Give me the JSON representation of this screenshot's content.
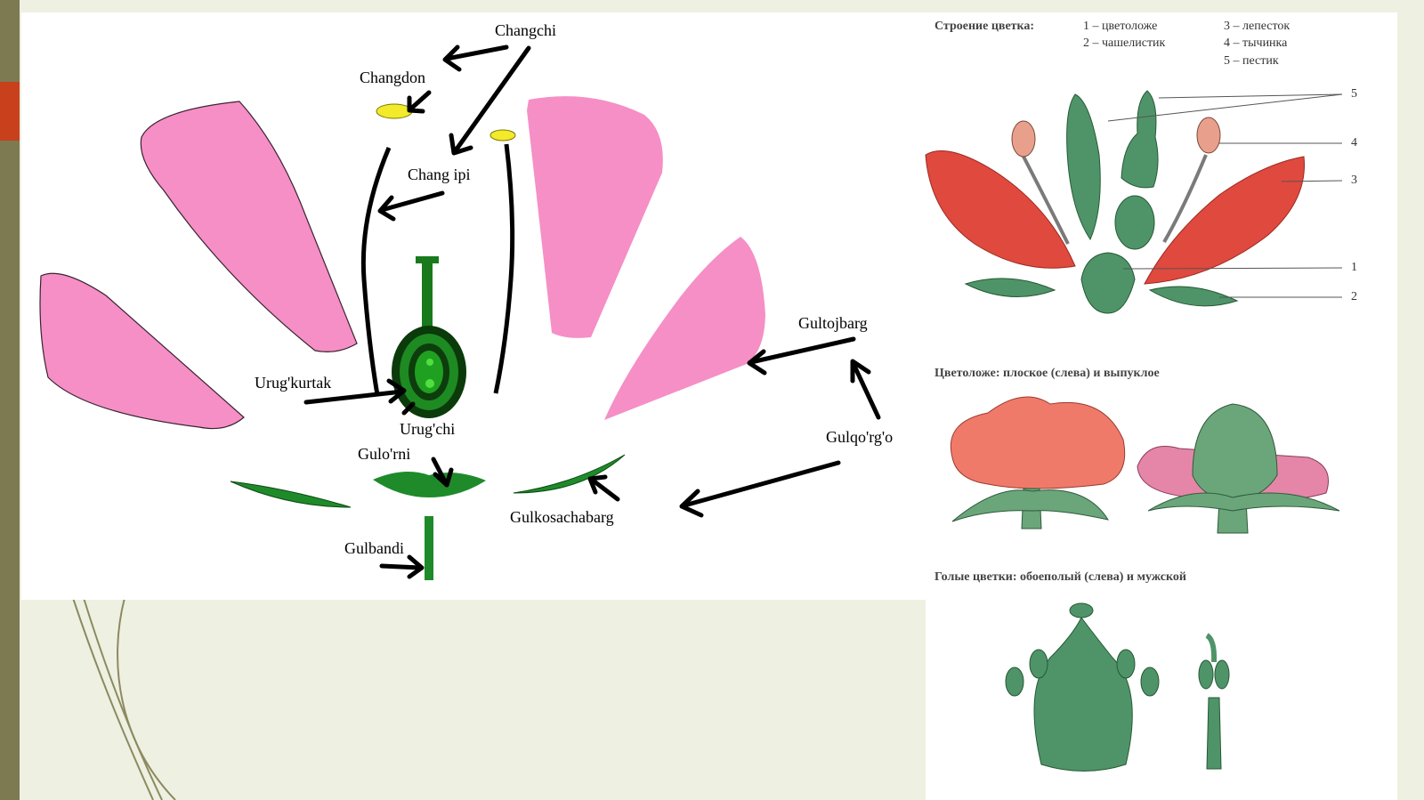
{
  "diagram": {
    "labels": {
      "changchi": "Changchi",
      "changdon": "Changdon",
      "changipi": "Chang ipi",
      "urugkurtak": "Urug'kurtak",
      "urugchi": "Urug'chi",
      "gulorni": "Gulo'rni",
      "gulkosachabarg": "Gulkosachabarg",
      "gulbandi": "Gulbandi",
      "gultojbarg": "Gultojbarg",
      "gulqorgon": "Gulqo'rg'o"
    }
  },
  "reference": {
    "structure_title": "Строение цветка:",
    "legend": [
      "1 – цветоложе",
      "2 – чашелистик",
      "3 – лепесток",
      "4 – тычинка",
      "5 – пестик"
    ],
    "callout_numbers": [
      "5",
      "4",
      "3",
      "1",
      "2"
    ],
    "receptacle_caption": "Цветоложе: плоское (слева) и выпуклое",
    "naked_caption": "Голые цветки: обоеполый (слева) и мужской"
  },
  "colors": {
    "petal_pink": "#f58fc6",
    "sepal_green": "#1f8a2a",
    "pistil_green": "#187a1c",
    "anther_yellow": "#f2ea2a",
    "ref_petal_red": "#e0493e",
    "ref_green": "#4f9468",
    "slide_side": "#7d7a52",
    "accent_red": "#c8401c"
  }
}
